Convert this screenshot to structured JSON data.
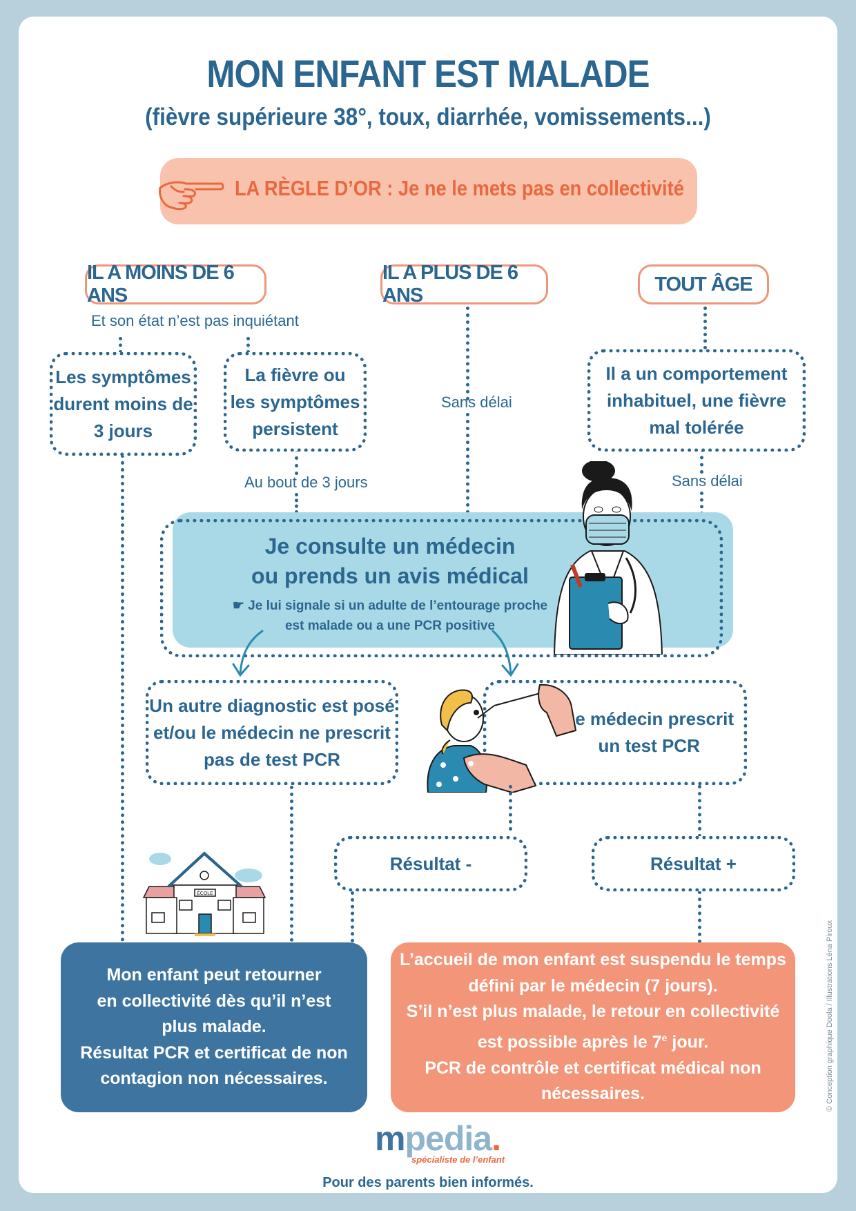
{
  "title": "MON ENFANT EST MALADE",
  "subtitle": "(fièvre supérieure 38°, toux, diarrhée, vomissements...)",
  "golden_rule": "LA RÈGLE D’OR : Je ne le mets pas en collectivité",
  "ages": {
    "under6": "IL A MOINS DE 6 ANS",
    "over6": "IL A PLUS DE 6 ANS",
    "all": "TOUT ÂGE"
  },
  "under6_note": "Et son état n’est pas inquiétant",
  "symptoms_short": [
    "Les symptômes",
    "durent moins de",
    "3 jours"
  ],
  "symptoms_persist": [
    "La fièvre ou",
    "les symptômes",
    "persistent"
  ],
  "after_3_days": "Au bout de 3 jours",
  "no_delay_center": "Sans délai",
  "unusual_behavior": [
    "Il  a un comportement",
    "inhabituel, une fièvre",
    "mal tolérée"
  ],
  "no_delay_right": "Sans délai",
  "consult": {
    "title_line1": "Je consulte un médecin",
    "title_line2": "ou prends un avis médical",
    "note_line1": "☛ Je lui signale si un adulte de l’entourage proche",
    "note_line2": "est malade ou a une PCR positive"
  },
  "other_diagnosis": [
    "Un autre diagnostic est posé",
    "et/ou le médecin ne prescrit",
    "pas de test PCR"
  ],
  "pcr_prescribed": [
    "Le médecin prescrit",
    "un test PCR"
  ],
  "result_negative": "Résultat -",
  "result_positive": "Résultat +",
  "school_sign": "ÉCOLE",
  "outcome_return": [
    "Mon enfant peut retourner",
    "en collectivité dès qu’il n’est",
    "plus malade.",
    "Résultat PCR et certificat de non",
    "contagion non nécessaires."
  ],
  "outcome_suspend": {
    "line1": "L’accueil de mon enfant est suspendu le temps",
    "line2": "défini par le médecin (7 jours).",
    "line3": "S’il n’est plus malade, le retour en collectivité",
    "line4_prefix": "est possible après le 7",
    "line4_sup": "e",
    "line4_suffix": " jour.",
    "line5": "PCR de contrôle et certificat médical non nécessaires."
  },
  "brand": {
    "name_m": "m",
    "name_rest": "pedia",
    "dot": ".",
    "tagline": "spécialiste de l’enfant",
    "slogan": "Pour des parents bien informés."
  },
  "credits": "© Conception graphique Doola  /  Illustrations Léna Piroux",
  "colors": {
    "navy": "#2a6690",
    "salmon": "#f39578",
    "light_salmon": "#f9c2ad",
    "orange": "#e8693f",
    "light_blue": "#a9d9e6",
    "dark_blue": "#3e75a0",
    "frame": "#b8d0dc"
  },
  "icons": [
    "pointing-hand-icon",
    "doctor-illustration",
    "child-swab-illustration",
    "school-illustration"
  ]
}
